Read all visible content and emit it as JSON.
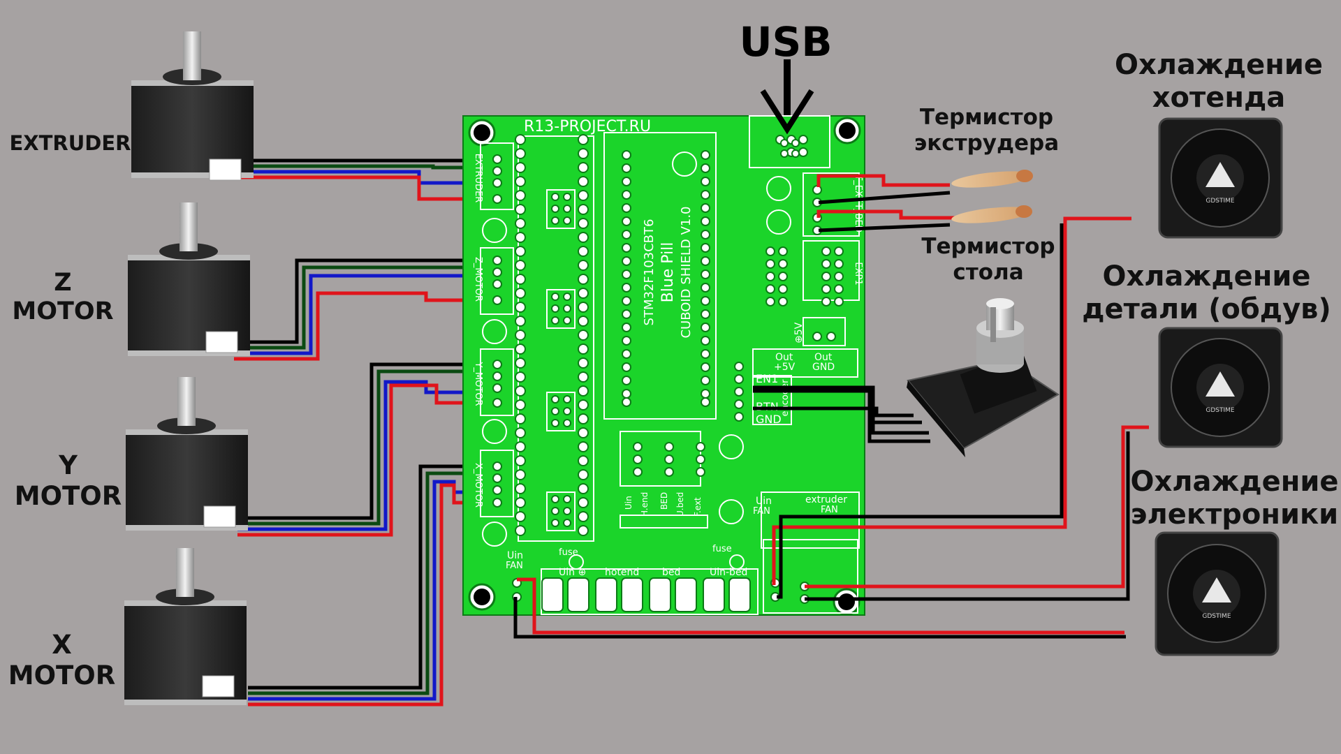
{
  "title": "USB",
  "board": {
    "name": "R13-PROJECT.RU",
    "module_title": "Blue Pill",
    "module_line1": "STM32F103CBT6",
    "module_line2": "CUBOID SHIELD V1.0",
    "driver_labels": [
      "EXTRUDER",
      "Z_MOTOR",
      "Y_MOTOR",
      "X_MOTOR"
    ],
    "t_ext": "T_EXT",
    "t_bed": "T_BED",
    "exp1": "EXP1",
    "plus5v": "⊕5V",
    "out_5v_a": "Out",
    "out_5v_b": "+5V",
    "out_gnd_a": "Out",
    "out_gnd_b": "GND",
    "en1": "EN1",
    "btn": "BTN",
    "gnd": "GND",
    "encoder": "encoder",
    "vert_labels": [
      "Uin",
      "H.end",
      "BED",
      "U.bed",
      "F.ext"
    ],
    "uin_fan_a": "Uin",
    "uin_fan_b": "FAN",
    "extr_fan_a": "extruder",
    "extr_fan_b": "FAN",
    "bottom_uin_a": "Uin",
    "bottom_uin_b": "FAN",
    "fuse": "fuse",
    "uin_plus": "Uin ⊕",
    "hotend": "hotend",
    "bed": "bed",
    "fuse2": "fuse",
    "uin_bed": "Uin-bed"
  },
  "motors": [
    {
      "lines": [
        "EXTRUDER"
      ]
    },
    {
      "lines": [
        "Z",
        "MOTOR"
      ]
    },
    {
      "lines": [
        "Y",
        "MOTOR"
      ]
    },
    {
      "lines": [
        "X",
        "MOTOR"
      ]
    }
  ],
  "thermistors": [
    {
      "lines": [
        "Термистор",
        "экструдера"
      ]
    },
    {
      "lines": [
        "Термистор",
        "стола"
      ]
    }
  ],
  "fans": [
    {
      "lines": [
        "Охлаждение",
        "хотенда"
      ]
    },
    {
      "lines": [
        "Охлаждение",
        "детали (обдув)"
      ]
    },
    {
      "lines": [
        "Охлаждение",
        "электроники"
      ]
    }
  ],
  "fan_brand": "GDSTIME",
  "colors": {
    "background": "#a6a2a2",
    "pcb": "#1bd42a",
    "wire_black": "#000000",
    "wire_green": "#0b4a12",
    "wire_blue": "#1218c8",
    "wire_red": "#e0141b"
  }
}
